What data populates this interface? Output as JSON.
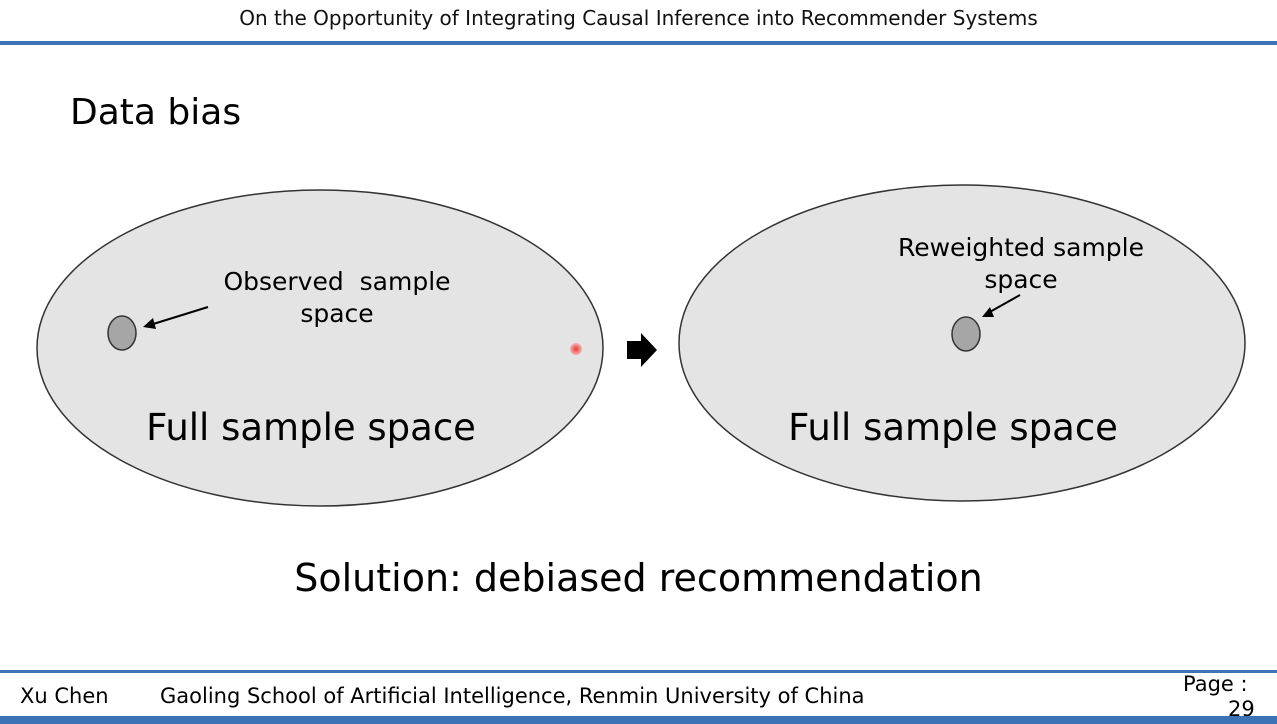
{
  "header": {
    "title": "On the Opportunity of Integrating Causal Inference into Recommender Systems"
  },
  "slide": {
    "title": "Data bias"
  },
  "diagram": {
    "left": {
      "region_label": "Full sample space",
      "subset_label_line1": "Observed  sample",
      "subset_label_line2": "space"
    },
    "right": {
      "region_label": "Full sample space",
      "subset_label_line1": "Reweighted sample",
      "subset_label_line2": "space"
    },
    "fill_color": "#e4e4e4",
    "subset_color": "#a6a6a6",
    "transition_arrow": "right-arrow-icon"
  },
  "solution": {
    "text": "Solution: debiased recommendation"
  },
  "footer": {
    "author": "Xu Chen",
    "affiliation": "Gaoling School of Artificial Intelligence, Renmin University of China",
    "page_label": "Page :",
    "page_number": "29"
  },
  "colors": {
    "accent": "#3d72b4"
  }
}
